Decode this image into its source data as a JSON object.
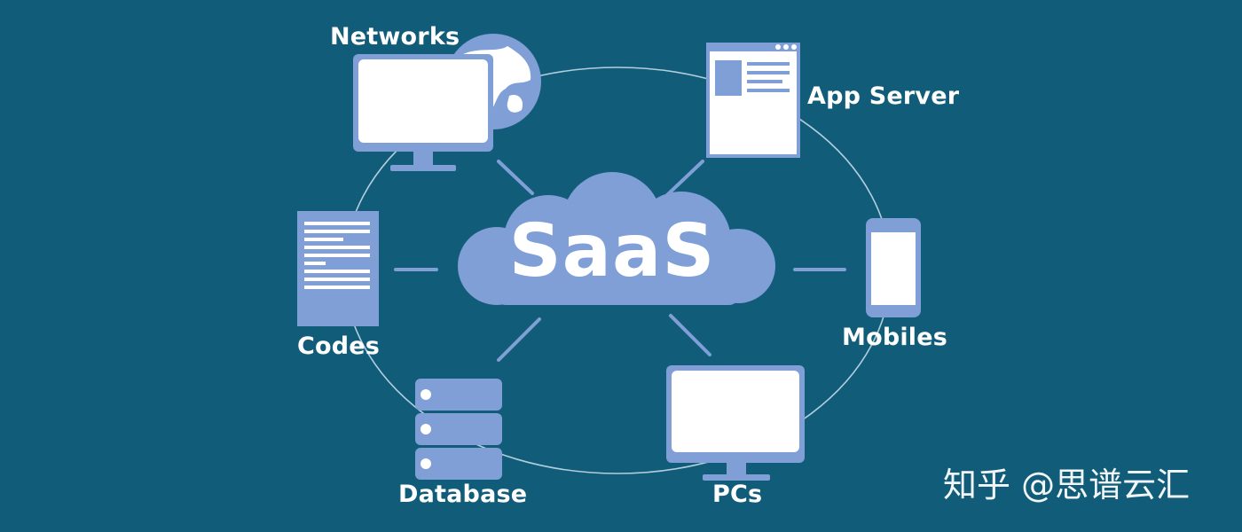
{
  "center": {
    "label": "SaaS"
  },
  "nodes": {
    "networks": "Networks",
    "app_server": "App Server",
    "codes": "Codes",
    "mobiles": "Mobiles",
    "database": "Database",
    "pcs": "PCs"
  },
  "watermark": "知乎 @思谱云汇",
  "colors": {
    "background": "#115d79",
    "icon_fill": "#7f9fd6",
    "screen_fill": "#ffffff",
    "orbit_line": "#cfe2ee"
  }
}
